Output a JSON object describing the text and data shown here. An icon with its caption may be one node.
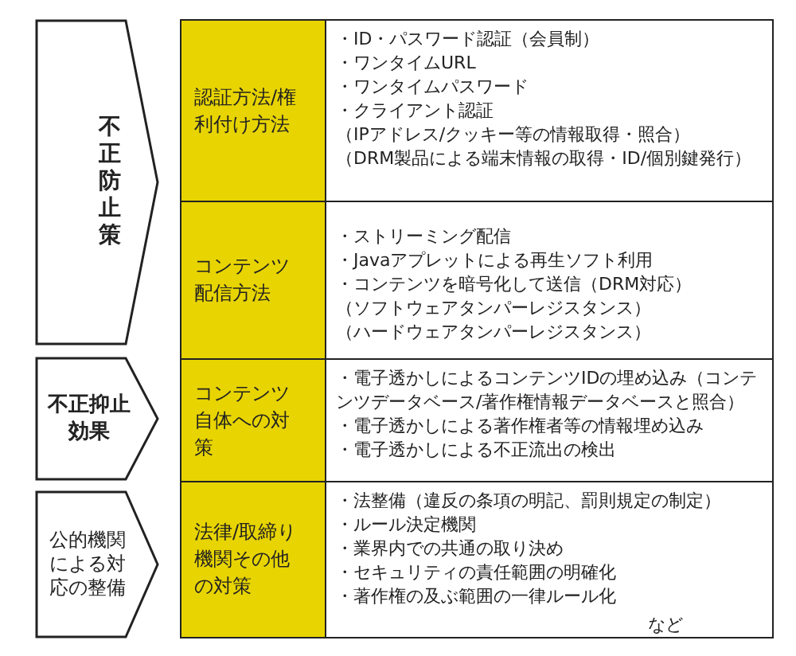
{
  "diagram": {
    "nodes": [
      {
        "text": [
          "不正防止策"
        ]
      },
      {
        "text": [
          "不正抑止効果"
        ]
      },
      {
        "text": [
          "公的機関による対応の整備"
        ]
      },
      {
        "text": [
          "認証方法/権利付け方法"
        ]
      },
      {
        "text": [
          "・ID・パスワード認証（会員制）",
          "・ワンタイムURL",
          "・ワンタイムパスワード",
          "・クライアント認証",
          "（IPアドレス/クッキー等の情報取得・照合）",
          "（DRM製品による端末情報の取得・ID/個別鍵発行）"
        ]
      },
      {
        "text": [
          "コンテンツ配信方法"
        ]
      },
      {
        "text": [
          "・ストリーミング配信",
          "・Javaアプレットによる再生ソフト利用",
          "・コンテンツを暗号化して送信（DRM対応）",
          "（ソフトウェアタンパーレジスタンス）",
          "（ハードウェアタンパーレジスタンス）"
        ]
      },
      {
        "text": [
          "コンテンツ自体への対策"
        ]
      },
      {
        "text": [
          "・電子透かしによるコンテンツIDの埋め込み（コンテンツデータベース/著作権情報データベースと照合）",
          "・電子透かしによる著作権者等の情報埋め込み",
          "・電子透かしによる不正流出の検出"
        ]
      },
      {
        "text": [
          "法律/取締り機関その他の対策"
        ]
      },
      {
        "text": [
          "・法整備（違反の条項の明記、罰則規定の制定）",
          "・ルール決定機関",
          "・業界内での共通の取り決め",
          "・セキュリティの責任範囲の明確化",
          "・著作権の及ぶ範囲の一律ルール化",
          "など"
        ]
      }
    ]
  }
}
